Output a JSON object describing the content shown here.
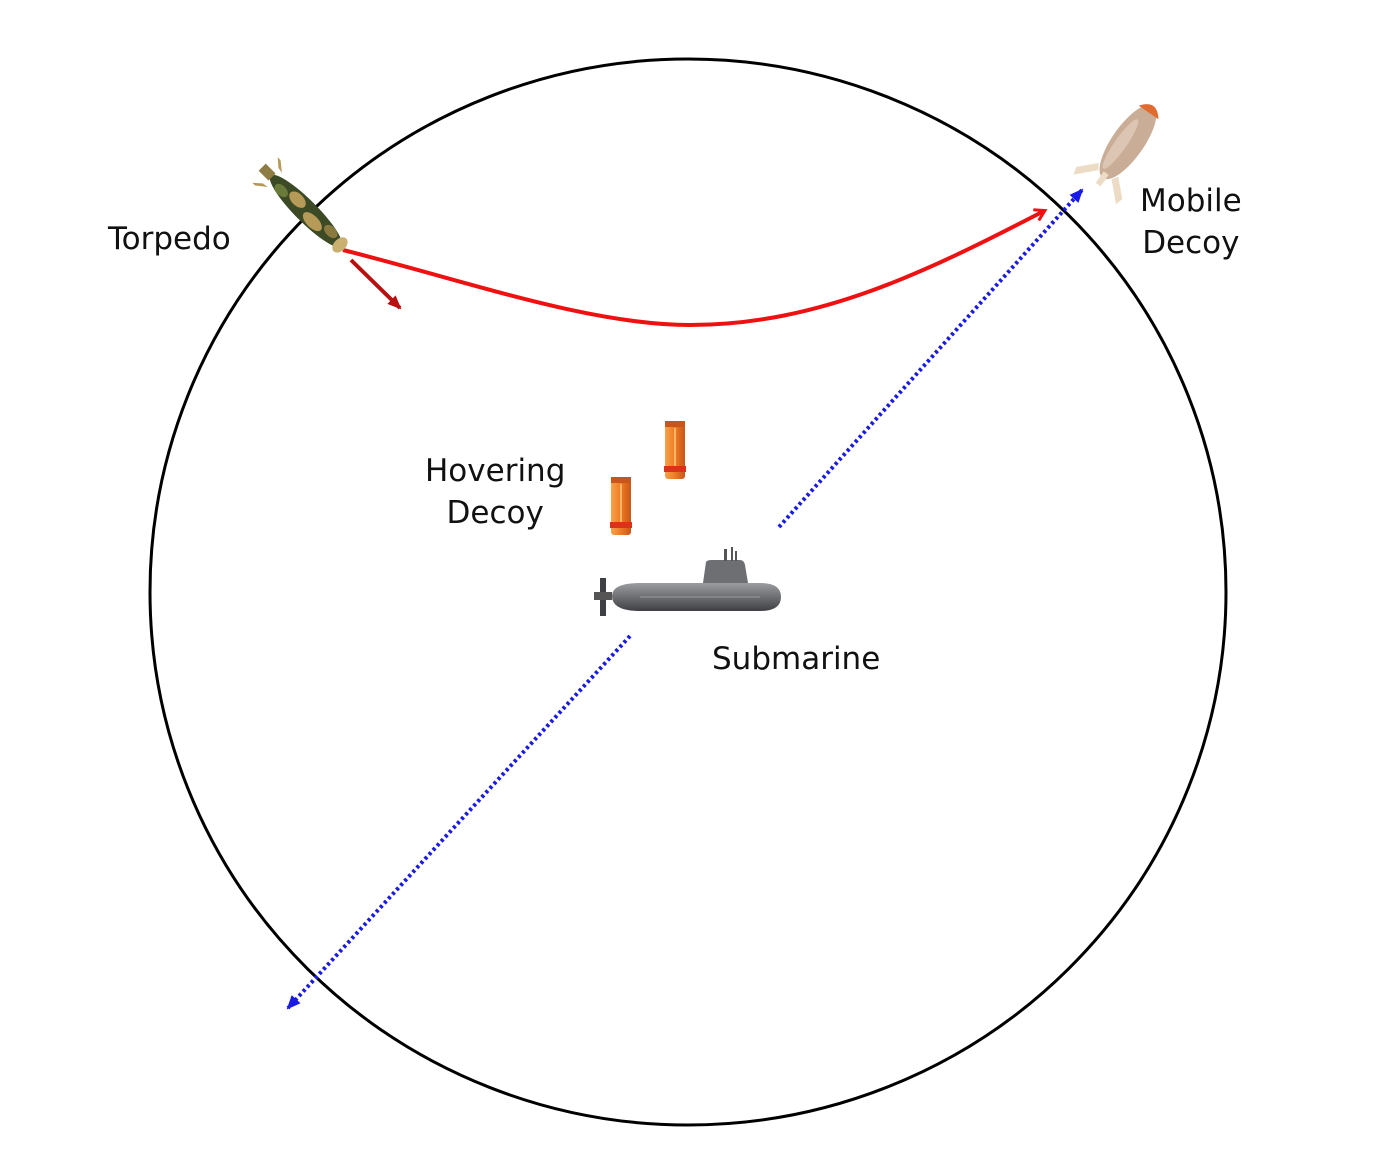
{
  "labels": {
    "torpedo": "Torpedo",
    "mobile_decoy_line1": "Mobile",
    "mobile_decoy_line2": "Decoy",
    "hovering_decoy_line1": "Hovering",
    "hovering_decoy_line2": "Decoy",
    "submarine": "Submarine"
  },
  "colors": {
    "circle": "#000000",
    "torpedo_path": "#ee1111",
    "torpedo_heading": "#b81010",
    "decoy_path": "#1a1ae6",
    "hovering_decoy_body": "#f07a22",
    "hovering_decoy_band": "#e0301a",
    "submarine_hull": "#6d6f73",
    "torpedo_body": "#3c4a26",
    "torpedo_camo": "#b59a58",
    "mobile_decoy_body": "#c9ad97",
    "mobile_decoy_nose": "#e06a30"
  },
  "icons": {
    "torpedo": "torpedo-icon",
    "mobile_decoy": "mobile-decoy-icon",
    "hovering_decoy": "hovering-decoy-icon",
    "submarine": "submarine-icon"
  }
}
